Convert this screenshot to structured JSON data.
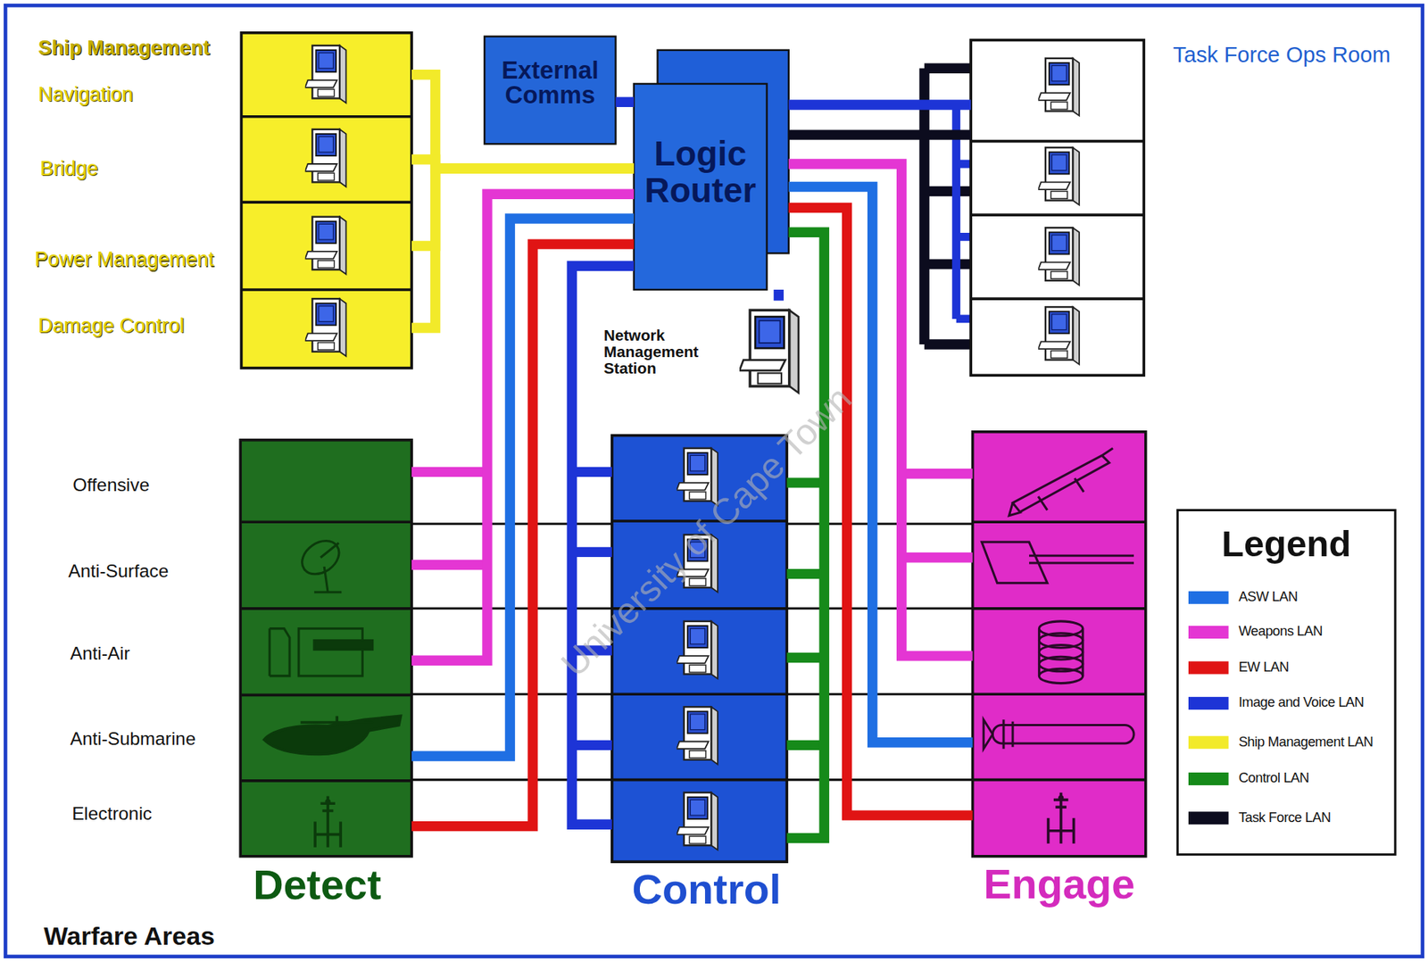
{
  "diagram": {
    "nodes": [
      {
        "text": [
          "Ship Management"
        ]
      },
      {
        "text": [
          "Navigation"
        ],
        "in": 0
      },
      {
        "text": [
          "Bridge"
        ],
        "in": 0
      },
      {
        "text": [
          "Power Management"
        ],
        "in": 0
      },
      {
        "text": [
          "Damage Control"
        ],
        "in": 0
      },
      {
        "text": [
          "External Comms"
        ]
      },
      {
        "text": [
          "Logic Router"
        ]
      },
      {
        "text": [
          "Task Force Ops Room"
        ]
      },
      {
        "text": [
          "Network Management Station"
        ]
      },
      {
        "text": [
          "Detect"
        ]
      },
      {
        "text": [
          "Control"
        ]
      },
      {
        "text": [
          "Engage"
        ]
      }
    ],
    "edges": [
      {
        "from": 5,
        "to": 6,
        "arrow": "none"
      },
      {
        "from": 6,
        "to": 1,
        "arrow": "none"
      },
      {
        "from": 6,
        "to": 2,
        "arrow": "none"
      },
      {
        "from": 6,
        "to": 3,
        "arrow": "none"
      },
      {
        "from": 6,
        "to": 4,
        "arrow": "none"
      },
      {
        "from": 6,
        "to": 9,
        "arrow": "none"
      },
      {
        "from": 6,
        "to": 9,
        "arrow": "none"
      },
      {
        "from": 6,
        "to": 9,
        "arrow": "none"
      },
      {
        "from": 6,
        "to": 10,
        "arrow": "none"
      },
      {
        "from": 6,
        "to": 10,
        "arrow": "none"
      },
      {
        "from": 6,
        "to": 11,
        "arrow": "none"
      },
      {
        "from": 6,
        "to": 11,
        "arrow": "none"
      },
      {
        "from": 6,
        "to": 11,
        "arrow": "none"
      },
      {
        "from": 6,
        "to": 7,
        "arrow": "none"
      },
      {
        "from": 6,
        "to": 7,
        "arrow": "none"
      },
      {
        "from": 6,
        "to": 8,
        "arrow": "none"
      }
    ],
    "labels": [
      "Offensive",
      "Anti-Surface",
      "Anti-Air",
      "Anti-Submarine",
      "Electronic",
      "Warfare Areas",
      "Legend",
      "University of Cape Town"
    ],
    "legend": [
      {
        "text": "ASW LAN",
        "color": "#1f6fe3"
      },
      {
        "text": "Weapons LAN",
        "color": "#e436d3"
      },
      {
        "text": "EW LAN",
        "color": "#e01414"
      },
      {
        "text": "Image and Voice LAN",
        "color": "#1d34d6"
      },
      {
        "text": "Ship Management LAN",
        "color": "#f2ea2a"
      },
      {
        "text": "Control LAN",
        "color": "#168a1a"
      },
      {
        "text": "Task Force LAN",
        "color": "#0c0c1e"
      }
    ]
  }
}
